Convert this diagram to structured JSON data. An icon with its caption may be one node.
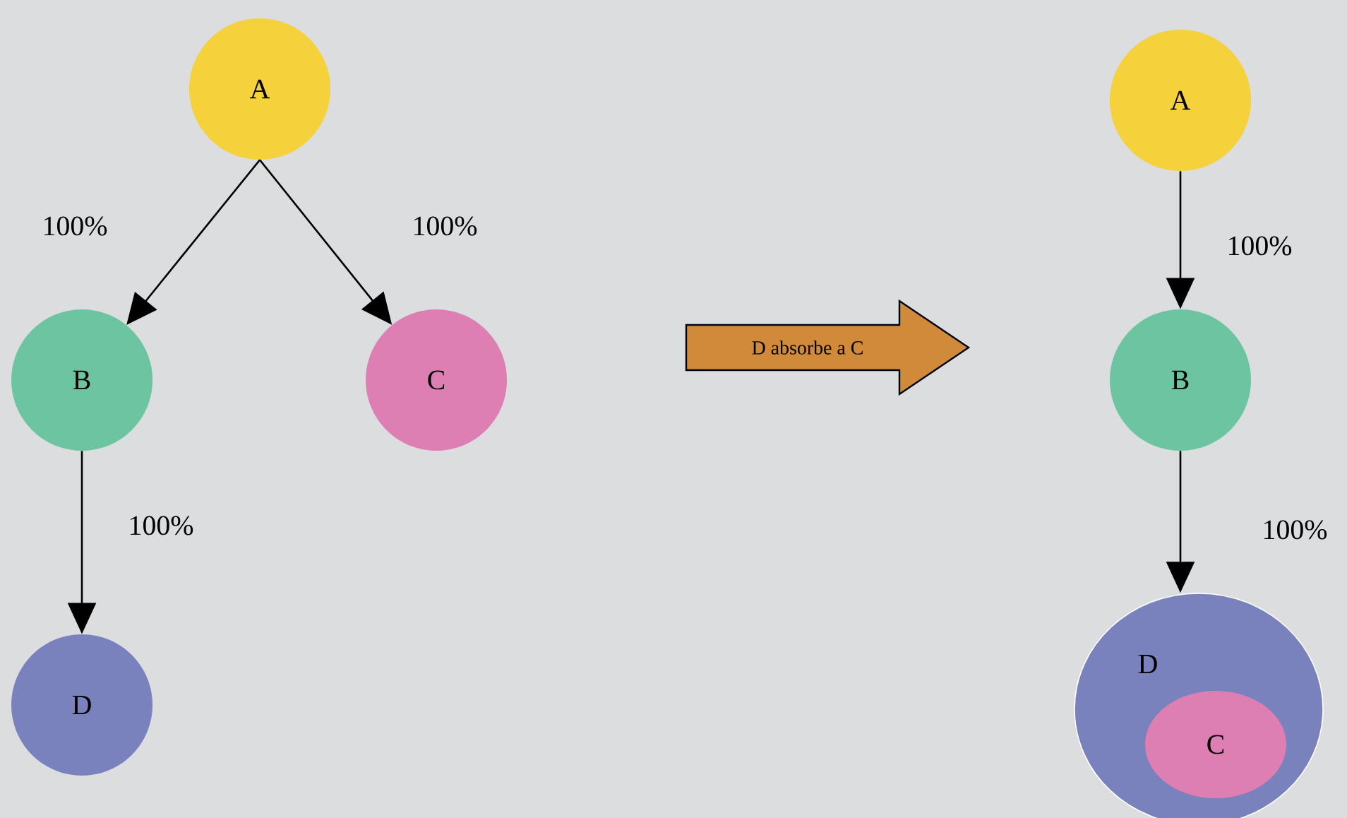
{
  "diagram": {
    "nodes": [
      {
        "text": [
          "A"
        ]
      },
      {
        "text": [
          "B"
        ]
      },
      {
        "text": [
          "C"
        ]
      },
      {
        "text": [
          "D"
        ]
      },
      {
        "text": [
          "D absorbe a C"
        ]
      },
      {
        "text": [
          "A"
        ]
      },
      {
        "text": [
          "B"
        ]
      },
      {
        "text": [
          "D"
        ]
      },
      {
        "text": [
          "C"
        ],
        "in": 7
      }
    ],
    "edges": [
      {
        "from": 0,
        "to": 1,
        "arrow": "to",
        "label": "100%"
      },
      {
        "from": 0,
        "to": 2,
        "arrow": "to",
        "label": "100%"
      },
      {
        "from": 1,
        "to": 3,
        "arrow": "to",
        "label": "100%"
      },
      {
        "from": 5,
        "to": 6,
        "arrow": "to",
        "label": "100%"
      },
      {
        "from": 6,
        "to": 7,
        "arrow": "to",
        "label": "100%"
      }
    ]
  }
}
